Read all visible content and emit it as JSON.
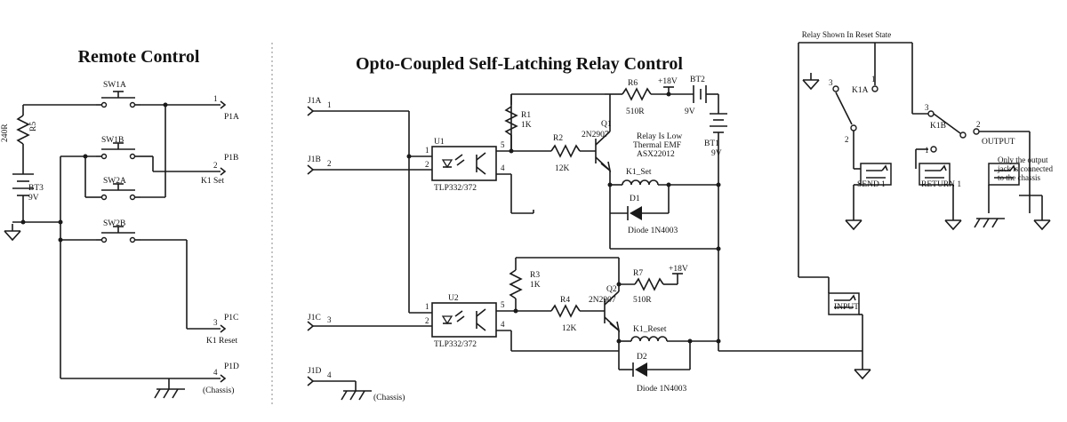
{
  "titles": {
    "remote": "Remote Control",
    "opto": "Opto-Coupled Self-Latching Relay Control",
    "relay_state": "Relay Shown In Reset State"
  },
  "remote": {
    "r5_value": "240R",
    "r5_name": "R5",
    "bt3_name": "BT3",
    "bt3_value": "9V",
    "sw1a": "SW1A",
    "sw1b": "SW1B",
    "sw2a": "SW2A",
    "sw2b": "SW2B",
    "p1a": "P1A",
    "p1b": "P1B",
    "p1c": "P1C",
    "p1d": "P1D",
    "pin1": "1",
    "pin2": "2",
    "pin3": "3",
    "pin4": "4",
    "k1_set": "K1 Set",
    "k1_reset": "K1 Reset",
    "chassis": "(Chassis)"
  },
  "opto": {
    "j1a": "J1A",
    "j1b": "J1B",
    "j1c": "J1C",
    "j1d": "J1D",
    "pin1": "1",
    "pin2": "2",
    "pin3": "3",
    "pin4": "4",
    "pin5": "5",
    "u1": "U1",
    "u2": "U2",
    "tlp": "TLP332/372",
    "r1": "R1",
    "r1_val": "1K",
    "r2": "R2",
    "r2_val": "12K",
    "r3": "R3",
    "r3_val": "1K",
    "r4": "R4",
    "r4_val": "12K",
    "r6": "R6",
    "r6_val": "510R",
    "r7": "R7",
    "r7_val": "510R",
    "q1": "Q1",
    "q2": "Q2",
    "transistor": "2N2907",
    "v18": "+18V",
    "bt2": "BT2",
    "bt2_val": "9V",
    "bt1": "BT1",
    "bt1_val": "9V",
    "relay_note_1": "Relay Is Low",
    "relay_note_2": "Thermal EMF",
    "relay_note_3": "ASX22012",
    "k1_set": "K1_Set",
    "k1_reset": "K1_Reset",
    "d1": "D1",
    "d2": "D2",
    "diode": "Diode 1N4003",
    "chassis": "(Chassis)"
  },
  "relay": {
    "k1a": "K1A",
    "k1b": "K1B",
    "send": "SEND 1",
    "return": "RETURN 1",
    "input": "INPUT",
    "output": "OUTPUT",
    "pin1": "1",
    "pin2": "2",
    "pin3": "3",
    "note_1": "Only the output",
    "note_2": "jack is connected",
    "note_3": "to the chassis"
  }
}
